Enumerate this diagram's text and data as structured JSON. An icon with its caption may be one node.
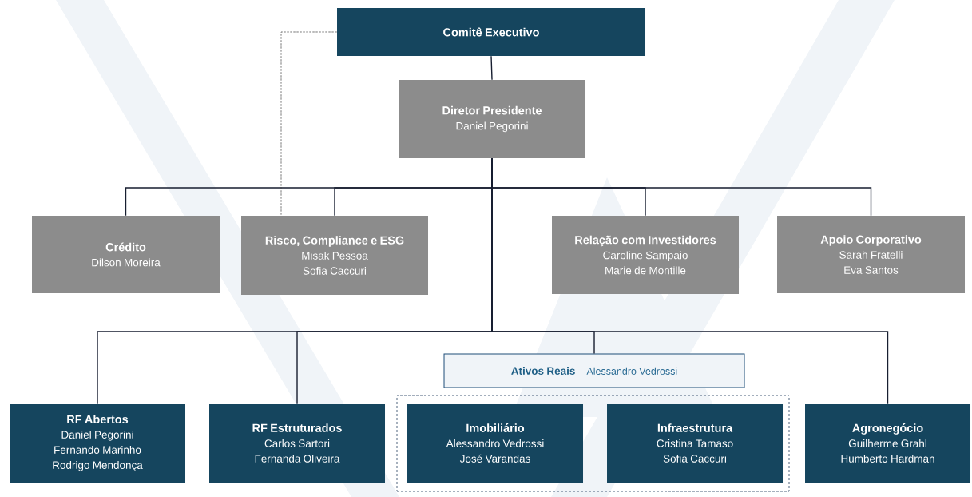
{
  "diagram": {
    "nodes": [
      {
        "text": [
          "Comitê Executivo"
        ]
      },
      {
        "text": [
          "Diretor Presidente",
          "Daniel Pegorini"
        ]
      },
      {
        "text": [
          "Crédito",
          "Dilson Moreira"
        ]
      },
      {
        "text": [
          "Risco, Compliance e ESG",
          "Misak Pessoa",
          "Sofia Caccuri"
        ]
      },
      {
        "text": [
          "Relação com Investidores",
          "Caroline Sampaio",
          "Marie de Montille"
        ]
      },
      {
        "text": [
          "Apoio Corporativo",
          "Sarah Fratelli",
          "Eva Santos"
        ]
      },
      {
        "text": [
          "Ativos Reais",
          "Alessandro Vedrossi"
        ]
      },
      {
        "text": [
          "RF Abertos",
          "Daniel Pegorini",
          "Fernando Marinho",
          "Rodrigo Mendonça"
        ]
      },
      {
        "text": [
          "RF Estruturados",
          "Carlos Sartori",
          "Fernanda Oliveira"
        ]
      },
      {
        "text": [],
        "shape": "box"
      },
      {
        "text": [
          "Imobiliário",
          "Alessandro Vedrossi",
          "José Varandas"
        ],
        "in": 9
      },
      {
        "text": [
          "Infraestrutura",
          "Cristina Tamaso",
          "Sofia Caccuri"
        ],
        "in": 9
      },
      {
        "text": [
          "Agronegócio",
          "Guilherme Grahl",
          "Humberto Hardman"
        ]
      }
    ],
    "edges": [
      {
        "from": 0,
        "to": 1,
        "arrow": "none"
      },
      {
        "from": 1,
        "to": 2,
        "arrow": "none"
      },
      {
        "from": 1,
        "to": 3,
        "arrow": "none"
      },
      {
        "from": 1,
        "to": 4,
        "arrow": "none"
      },
      {
        "from": 1,
        "to": 5,
        "arrow": "none"
      },
      {
        "from": 0,
        "to": 3,
        "arrow": "none",
        "style": "dashed"
      },
      {
        "from": 1,
        "to": 7,
        "arrow": "none"
      },
      {
        "from": 1,
        "to": 8,
        "arrow": "none"
      },
      {
        "from": 1,
        "to": 6,
        "arrow": "none"
      },
      {
        "from": 1,
        "to": 12,
        "arrow": "none"
      }
    ]
  }
}
